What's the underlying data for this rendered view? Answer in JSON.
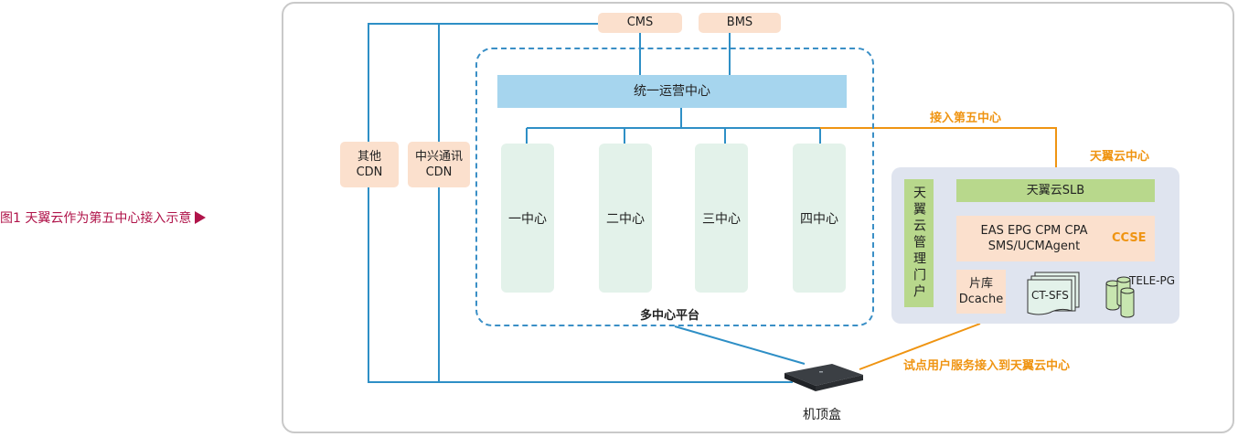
{
  "caption": "图1  天翼云作为第五中心接入示意",
  "top_boxes": {
    "cms": "CMS",
    "bms": "BMS"
  },
  "cdn": {
    "other": [
      "其他",
      "CDN"
    ],
    "zte": [
      "中兴通讯",
      "CDN"
    ]
  },
  "ops_center": "统一运营中心",
  "centers": [
    "一中心",
    "二中心",
    "三中心",
    "四中心"
  ],
  "platform_label": "多中心平台",
  "fifth_center_label": "接入第五中心",
  "tianyi": {
    "title": "天翼云中心",
    "portal": "天翼云管理门户",
    "slb": "天翼云SLB",
    "ccse_line1": "EAS EPG CPM CPA",
    "ccse_line2": "SMS/UCMAgent",
    "ccse_tag": "CCSE",
    "library": [
      "片库",
      "Dcache"
    ],
    "ct_sfs": "CT-SFS",
    "tele_pg": "TELE-PG"
  },
  "trial_label": "试点用户服务接入到天翼云中心",
  "stb_label": "机顶盒",
  "colors": {
    "blue_line": "#2e8fc6",
    "orange_line": "#ef9412",
    "caption": "#b0144a"
  }
}
